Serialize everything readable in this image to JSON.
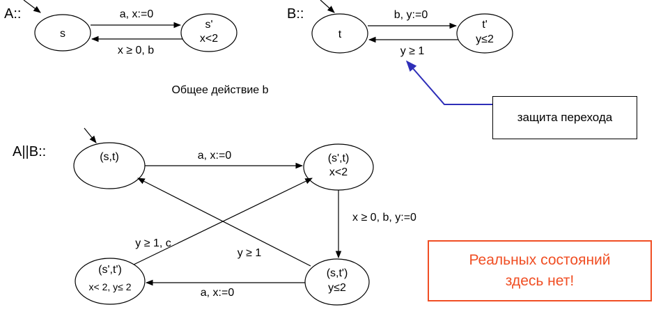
{
  "automaton_a": {
    "label": "A::",
    "state_s": "s",
    "state_s_prime": "s'",
    "state_s_prime_inv": "x<2",
    "edge_forward": "a, x:=0",
    "edge_back": "x ≥ 0, b"
  },
  "automaton_b": {
    "label": "B::",
    "state_t": "t",
    "state_t_prime": "t'",
    "state_t_prime_inv": "y≤2",
    "edge_forward": "b, y:=0",
    "edge_back": "y ≥ 1"
  },
  "shared_action": "Общее действие b",
  "guard_callout": "защита перехода",
  "product": {
    "label": "A||B::",
    "st_st": "(s,t)",
    "st_sp_t": "(s',t)",
    "st_sp_t_inv": "x<2",
    "st_s_tp": "(s,t')",
    "st_s_tp_inv": "y≤2",
    "st_sp_tp": "(s',t')",
    "st_sp_tp_inv": "x< 2, y≤ 2",
    "edge_st_to_spt": "a, x:=0",
    "edge_spt_to_stp": "x ≥ 0, b, y:=0",
    "edge_stp_to_sptp": "a, x:=0",
    "edge_stp_to_st": "y ≥ 1",
    "edge_sptp_to_spt": "y ≥ 1, c"
  },
  "note_line1": "Реальных состояний",
  "note_line2": "здесь нет!",
  "colors": {
    "callout_pointer": "#2e2eb8",
    "note_border": "#f04e23",
    "note_text": "#f04e23"
  }
}
